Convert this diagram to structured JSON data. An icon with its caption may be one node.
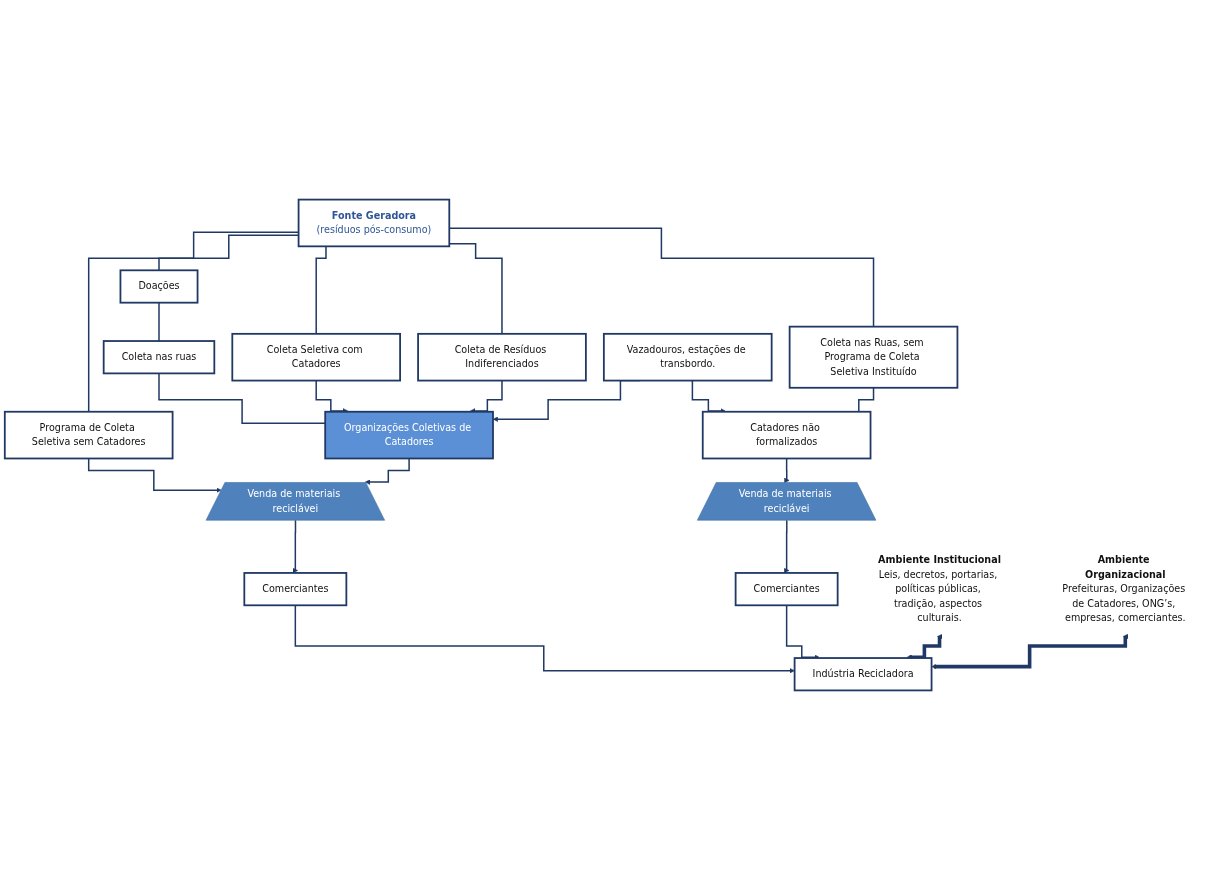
{
  "diagram": {
    "nodes": [
      {
        "text": [
          "Fonte Geradora",
          "(resíduos pós-consumo)"
        ]
      },
      {
        "text": [
          "Programa de Coleta Seletiva sem Catadores"
        ]
      },
      {
        "text": [
          "Coleta Seletiva com Catadores"
        ]
      },
      {
        "text": [
          "Coleta de Resíduos Indiferenciados"
        ]
      },
      {
        "text": [
          "Coleta nas Ruas, sem Programa de Coleta Seletiva Instituído"
        ]
      },
      {
        "text": [
          "Doações"
        ]
      },
      {
        "text": [
          "Coleta nas ruas"
        ]
      },
      {
        "text": [
          "Vazadouros, estações de transbordo."
        ]
      },
      {
        "text": [
          "Organizações Coletivas de Catadores"
        ]
      },
      {
        "text": [
          "Catadores não formalizados"
        ]
      },
      {
        "text": [
          "Venda de materiais reciclávei"
        ]
      },
      {
        "text": [
          "Venda de materiais reciclávei"
        ]
      },
      {
        "text": [
          "Comerciantes"
        ]
      },
      {
        "text": [
          "Indústria Recicladora"
        ]
      },
      {
        "text": [
          "Comerciantes"
        ]
      },
      {
        "text": [
          "Ambiente Institucional",
          "Leis, decretos, portarias, políticas públicas, tradição, aspectos culturais."
        ]
      },
      {
        "text": [
          "Ambiente Organizacional",
          "Prefeituras, Organizações de Catadores, ONG’s, empresas, comerciantes."
        ]
      }
    ],
    "edges": [
      {
        "from": 0,
        "to": 1,
        "arrow": "none"
      },
      {
        "from": 0,
        "to": 5,
        "arrow": "none"
      },
      {
        "from": 0,
        "to": 2,
        "arrow": "none"
      },
      {
        "from": 0,
        "to": 3,
        "arrow": "none"
      },
      {
        "from": 0,
        "to": 4,
        "arrow": "none"
      },
      {
        "from": 5,
        "to": 6,
        "arrow": "none"
      },
      {
        "from": 6,
        "to": 8,
        "arrow": "none"
      },
      {
        "from": 2,
        "to": 8,
        "arrow": "to"
      },
      {
        "from": 3,
        "to": 8,
        "arrow": "to"
      },
      {
        "from": 7,
        "to": 8,
        "arrow": "to"
      },
      {
        "from": 7,
        "to": 9,
        "arrow": "to"
      },
      {
        "from": 4,
        "to": 9,
        "arrow": "none"
      },
      {
        "from": 1,
        "to": 10,
        "arrow": "to"
      },
      {
        "from": 8,
        "to": 10,
        "arrow": "to"
      },
      {
        "from": 9,
        "to": 11,
        "arrow": "to"
      },
      {
        "from": 10,
        "to": 12,
        "arrow": "to"
      },
      {
        "from": 11,
        "to": 14,
        "arrow": "to"
      },
      {
        "from": 12,
        "to": 13,
        "arrow": "to"
      },
      {
        "from": 14,
        "to": 13,
        "arrow": "to"
      },
      {
        "from": 15,
        "to": 13,
        "arrow": "both",
        "style": "thick"
      },
      {
        "from": 16,
        "to": 13,
        "arrow": "both",
        "style": "thick"
      }
    ]
  }
}
